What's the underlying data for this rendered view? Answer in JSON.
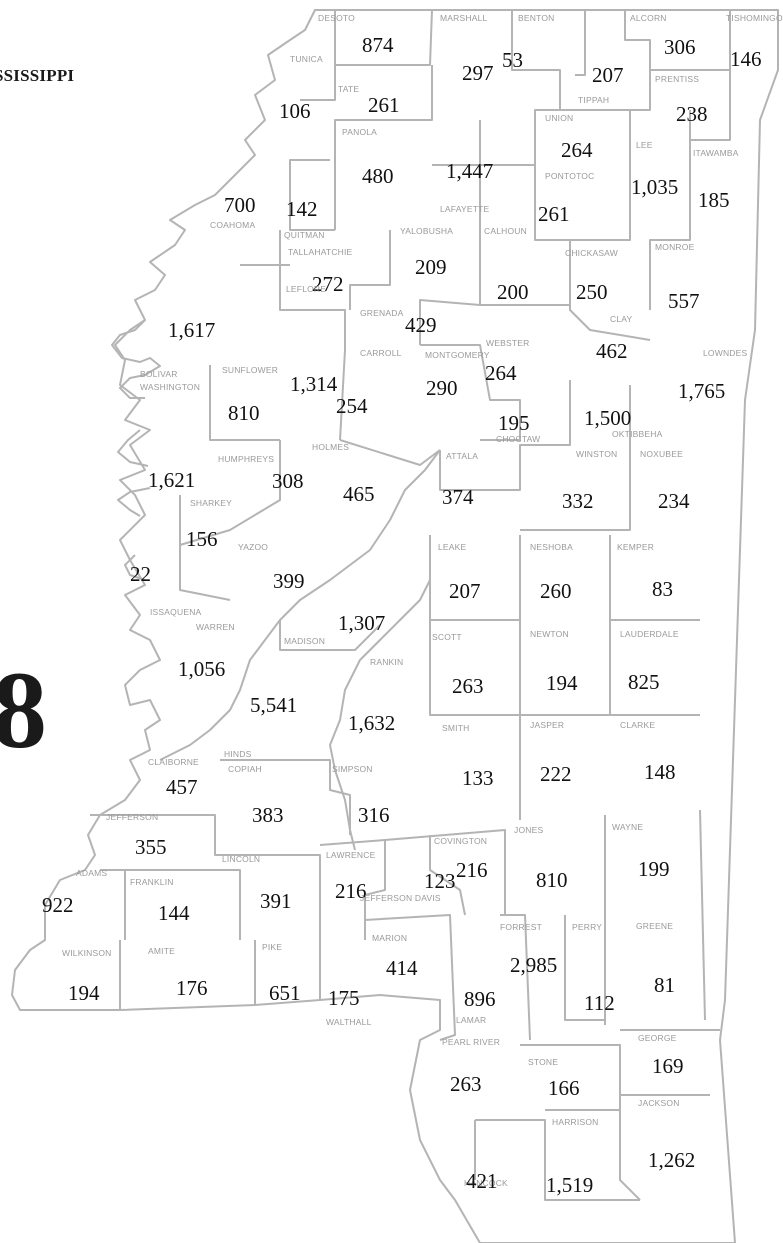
{
  "title": "SSISSIPPI",
  "figure_number": "8",
  "counties": [
    {
      "name": "DESOTO",
      "value": "874"
    },
    {
      "name": "MARSHALL",
      "value": "297"
    },
    {
      "name": "BENTON",
      "value": "53"
    },
    {
      "name": "ALCORN",
      "value": "306"
    },
    {
      "name": "TISHOMINGO",
      "value": "146"
    },
    {
      "name": "TUNICA",
      "value": "106"
    },
    {
      "name": "TATE",
      "value": "261"
    },
    {
      "name": "TIPPAH",
      "value": "207"
    },
    {
      "name": "PRENTISS",
      "value": "238"
    },
    {
      "name": "UNION",
      "value": "264"
    },
    {
      "name": "LEE",
      "value": "1,035"
    },
    {
      "name": "ITAWAMBA",
      "value": "185"
    },
    {
      "name": "PANOLA",
      "value": "480"
    },
    {
      "name": "LAFAYETTE",
      "value": "1,447"
    },
    {
      "name": "PONTOTOC",
      "value": "261"
    },
    {
      "name": "COAHOMA",
      "value": "700"
    },
    {
      "name": "QUITMAN",
      "value": "142"
    },
    {
      "name": "TALLAHATCHIE",
      "value": "272"
    },
    {
      "name": "YALOBUSHA",
      "value": "209"
    },
    {
      "name": "CALHOUN",
      "value": "200"
    },
    {
      "name": "CHICKASAW",
      "value": "250"
    },
    {
      "name": "MONROE",
      "value": "557"
    },
    {
      "name": "BOLIVAR",
      "value": "1,617"
    },
    {
      "name": "LEFLORE",
      "value": "1,314"
    },
    {
      "name": "GRENADA",
      "value": "429"
    },
    {
      "name": "CLAY",
      "value": "462"
    },
    {
      "name": "SUNFLOWER",
      "value": "810"
    },
    {
      "name": "CARROLL",
      "value": "254"
    },
    {
      "name": "MONTGOMERY",
      "value": "290"
    },
    {
      "name": "WEBSTER",
      "value": "264"
    },
    {
      "name": "LOWNDES",
      "value": "1,765"
    },
    {
      "name": "WASHINGTON",
      "value": "1,621"
    },
    {
      "name": "CHOCTAW",
      "value": "195"
    },
    {
      "name": "OKTIBBEHA",
      "value": "1,500"
    },
    {
      "name": "HUMPHREYS",
      "value": "308"
    },
    {
      "name": "HOLMES",
      "value": "465"
    },
    {
      "name": "ATTALA",
      "value": "374"
    },
    {
      "name": "WINSTON",
      "value": "332"
    },
    {
      "name": "NOXUBEE",
      "value": "234"
    },
    {
      "name": "SHARKEY",
      "value": "156"
    },
    {
      "name": "ISSAQUENA",
      "value": "22"
    },
    {
      "name": "YAZOO",
      "value": "399"
    },
    {
      "name": "LEAKE",
      "value": "207"
    },
    {
      "name": "NESHOBA",
      "value": "260"
    },
    {
      "name": "KEMPER",
      "value": "83"
    },
    {
      "name": "MADISON",
      "value": "1,307"
    },
    {
      "name": "WARREN",
      "value": "1,056"
    },
    {
      "name": "SCOTT",
      "value": "263"
    },
    {
      "name": "NEWTON",
      "value": "194"
    },
    {
      "name": "LAUDERDALE",
      "value": "825"
    },
    {
      "name": "HINDS",
      "value": "5,541"
    },
    {
      "name": "RANKIN",
      "value": "1,632"
    },
    {
      "name": "SMITH",
      "value": "133"
    },
    {
      "name": "JASPER",
      "value": "222"
    },
    {
      "name": "CLARKE",
      "value": "148"
    },
    {
      "name": "CLAIBORNE",
      "value": "457"
    },
    {
      "name": "COPIAH",
      "value": "383"
    },
    {
      "name": "SIMPSON",
      "value": "316"
    },
    {
      "name": "JEFFERSON",
      "value": "355"
    },
    {
      "name": "COVINGTON",
      "value": "216"
    },
    {
      "name": "JONES",
      "value": "810"
    },
    {
      "name": "WAYNE",
      "value": "199"
    },
    {
      "name": "ADAMS",
      "value": "922"
    },
    {
      "name": "FRANKLIN",
      "value": "144"
    },
    {
      "name": "LINCOLN",
      "value": "391"
    },
    {
      "name": "LAWRENCE",
      "value": "216"
    },
    {
      "name": "JEFFERSON DAVIS",
      "value": "123"
    },
    {
      "name": "FORREST",
      "value": "2,985"
    },
    {
      "name": "PERRY",
      "value": "112"
    },
    {
      "name": "GREENE",
      "value": "81"
    },
    {
      "name": "WILKINSON",
      "value": "194"
    },
    {
      "name": "AMITE",
      "value": "176"
    },
    {
      "name": "PIKE",
      "value": "651"
    },
    {
      "name": "WALTHALL",
      "value": "175"
    },
    {
      "name": "MARION",
      "value": "414"
    },
    {
      "name": "LAMAR",
      "value": "896"
    },
    {
      "name": "GEORGE",
      "value": "169"
    },
    {
      "name": "PEARL RIVER",
      "value": "263"
    },
    {
      "name": "STONE",
      "value": "166"
    },
    {
      "name": "JACKSON",
      "value": "1,262"
    },
    {
      "name": "HARRISON",
      "value": "1,519"
    },
    {
      "name": "HANCOCK",
      "value": "421"
    }
  ],
  "colors": {
    "border": "#b4b4b4",
    "label": "#9a9a9a",
    "value": "#111111",
    "background": "#ffffff"
  }
}
